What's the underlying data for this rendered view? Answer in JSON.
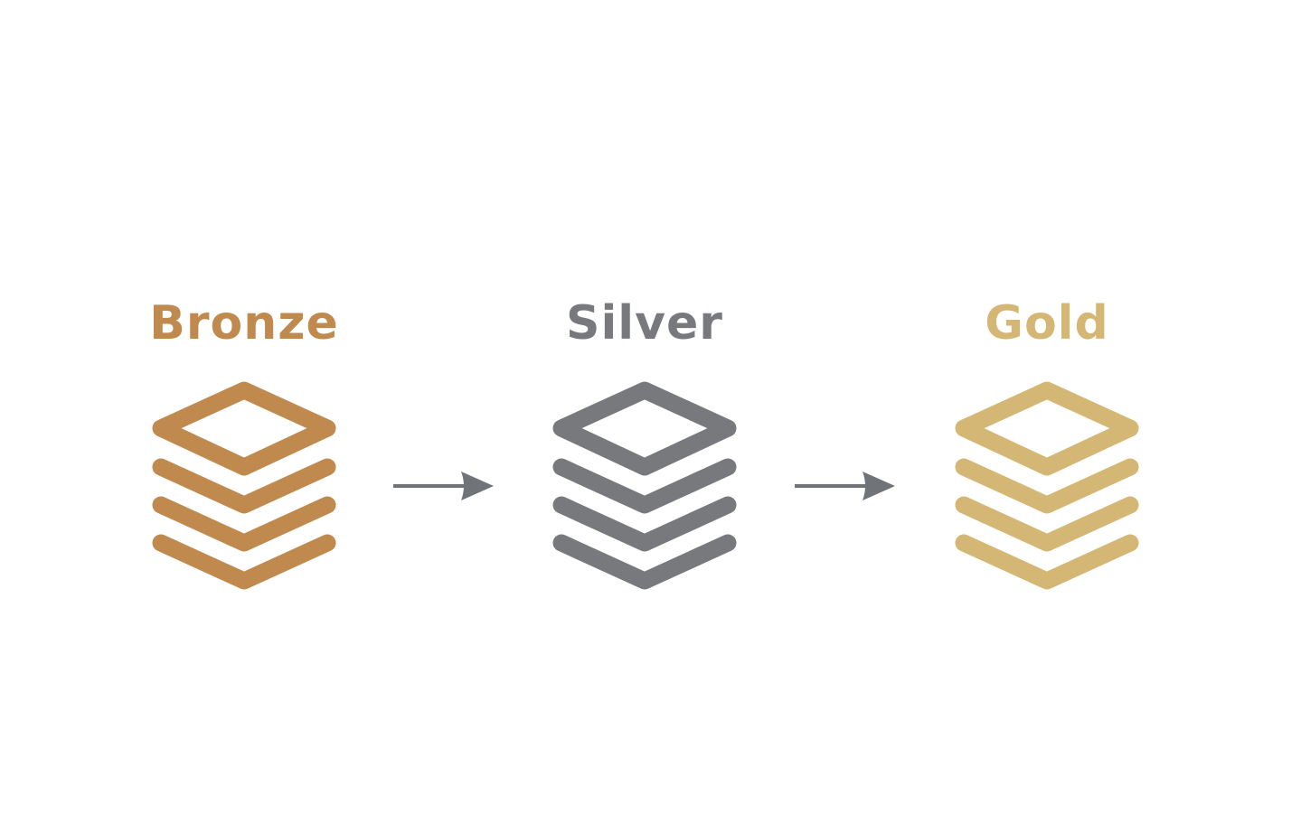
{
  "tiers": [
    {
      "label": "Bronze",
      "color": "#c08a4f",
      "icon": "layers-icon"
    },
    {
      "label": "Silver",
      "color": "#77797c",
      "icon": "layers-icon"
    },
    {
      "label": "Gold",
      "color": "#d4b774",
      "icon": "layers-icon"
    }
  ],
  "arrows": [
    {
      "from": "Bronze",
      "to": "Silver",
      "color": "#707377"
    },
    {
      "from": "Silver",
      "to": "Gold",
      "color": "#707377"
    }
  ]
}
